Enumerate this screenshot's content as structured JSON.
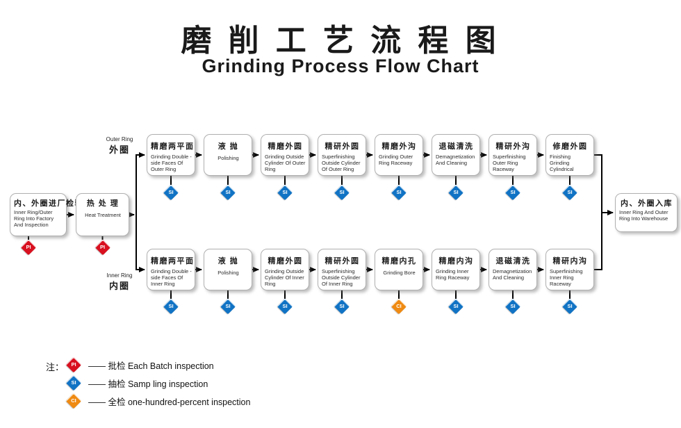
{
  "title": {
    "cn": "磨 削 工 艺 流 程 图",
    "en": "Grinding Process Flow Chart"
  },
  "flow": {
    "start": [
      {
        "cn": "内、外圈进厂检验",
        "en": "Inner Ring/Outer Ring Into Factory And Inspection",
        "inspection": "PI"
      },
      {
        "cn": "热 处 理",
        "en": "Heat Treatment",
        "inspection": "PI"
      }
    ],
    "branch_labels": {
      "outer_en": "Outer Ring",
      "outer_cn": "外圈",
      "inner_en": "Inner Ring",
      "inner_cn": "内圈"
    },
    "outer_row": [
      {
        "cn": "精磨两平面",
        "en": "Grinding Double -side Faces Of Outer Ring",
        "inspection": "SI"
      },
      {
        "cn": "液  抛",
        "en": "Polishing",
        "inspection": "SI"
      },
      {
        "cn": "精磨外圆",
        "en": "Grinding Outside Cylinder Of Outer Ring",
        "inspection": "SI"
      },
      {
        "cn": "精研外圆",
        "en": "Superfinishing Outside Cylinder Of Outer Ring",
        "inspection": "SI"
      },
      {
        "cn": "精磨外沟",
        "en": "Grinding Outer Ring Raceway",
        "inspection": "SI"
      },
      {
        "cn": "退磁清洗",
        "en": "Demagnetization And Cleaning",
        "inspection": "SI"
      },
      {
        "cn": "精研外沟",
        "en": "Superfinishing Outer Ring Raceway",
        "inspection": "SI"
      },
      {
        "cn": "修磨外圆",
        "en": "Finishing Grinding Cylindrical",
        "inspection": "SI"
      }
    ],
    "inner_row": [
      {
        "cn": "精磨两平面",
        "en": "Grinding Double -side Faces Of Inner Ring",
        "inspection": "SI"
      },
      {
        "cn": "液  抛",
        "en": "Polishing",
        "inspection": "SI"
      },
      {
        "cn": "精磨外圆",
        "en": "Grinding Outside Cylinder Of Inner Ring",
        "inspection": "SI"
      },
      {
        "cn": "精研外圆",
        "en": "Superfinishing Outside Cylinder Of Inner Ring",
        "inspection": "SI"
      },
      {
        "cn": "精磨内孔",
        "en": "Grinding Bore",
        "inspection": "CI"
      },
      {
        "cn": "精磨内沟",
        "en": "Grinding Inner Ring Raceway",
        "inspection": "SI"
      },
      {
        "cn": "退磁清洗",
        "en": "Demagnetization And Cleaning",
        "inspection": "SI"
      },
      {
        "cn": "精研内沟",
        "en": "Superfinishing Inner Ring Raceway",
        "inspection": "SI"
      }
    ],
    "end": {
      "cn": "内、外圈入库",
      "en": "Inner Ring And Outer Ring Into Warehouse"
    }
  },
  "legend": {
    "note": "注：",
    "items": [
      {
        "code": "PI",
        "text": "—— 批检 Each Batch inspection"
      },
      {
        "code": "SI",
        "text": "—— 抽检 Samp ling inspection"
      },
      {
        "code": "CI",
        "text": "—— 全检 one-hundred-percent inspection"
      }
    ]
  },
  "colors": {
    "pi": "#d8101f",
    "si": "#1173c4",
    "ci": "#ef8a12",
    "line": "#000000"
  }
}
